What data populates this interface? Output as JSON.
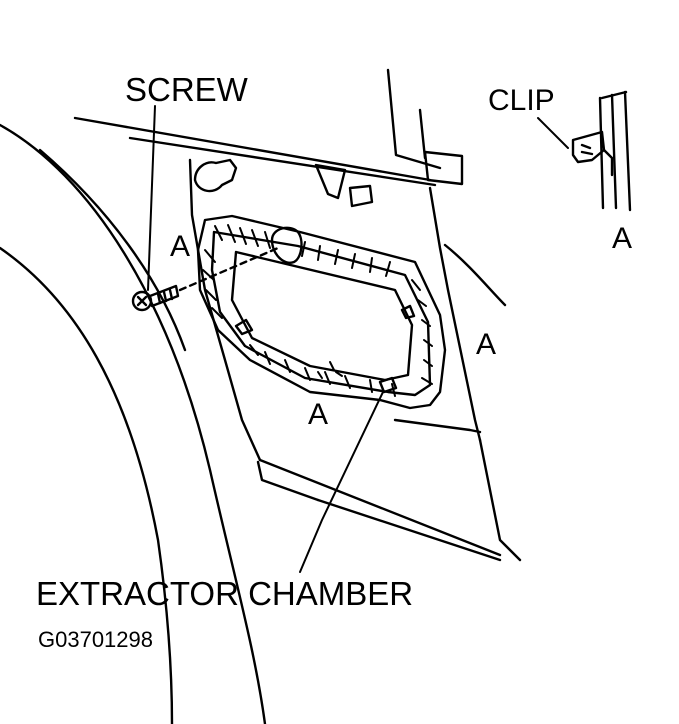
{
  "labels": {
    "screw": "SCREW",
    "clip": "CLIP",
    "a": "A",
    "extractor_chamber": "EXTRACTOR CHAMBER",
    "figure_id": "G03701298"
  }
}
